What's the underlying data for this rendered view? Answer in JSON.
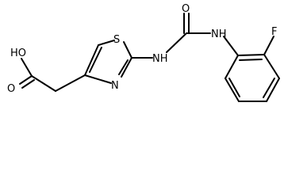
{
  "molecule": {
    "atom_labels": {
      "hydroxyl": "HO",
      "carbonyl_oxygen_acid": "O",
      "ring_sulfur": "S",
      "ring_nitrogen": "N",
      "amine_nh_left": "NH",
      "carbonyl_oxygen_urea": "O",
      "amine_nh_right": "NH",
      "fluorine": "F"
    },
    "colors": {
      "bonds": "#000000",
      "labels": "#000000"
    }
  }
}
